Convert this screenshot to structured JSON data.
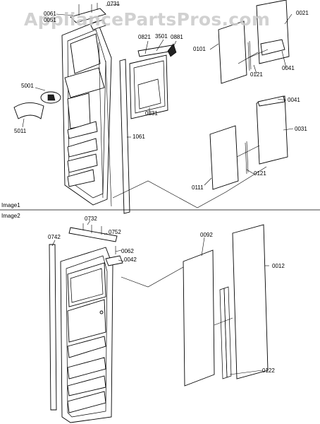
{
  "watermark": "AppliancePartsPros.com",
  "sections": [
    "Image1",
    "Image2"
  ],
  "labels": {
    "p0061": "0061",
    "p0731": "0731",
    "p0021": "0021",
    "p0051": "0051",
    "p0821": "0821",
    "p3501": "3501",
    "p0881": "0881",
    "p0101": "0101",
    "p0121a": "0121",
    "p0041a": "0041",
    "p5001": "5001",
    "p0831": "0831",
    "p5011": "5011",
    "p0041b": "0041",
    "p0031": "0031",
    "p1061": "1061",
    "p0121b": "0121",
    "p0111": "0111",
    "p0732": "0732",
    "p0752": "0752",
    "p0742": "0742",
    "p0062": "0062",
    "p0042": "0042",
    "p0092": "0092",
    "p0012": "0012",
    "p0122": "0122"
  }
}
